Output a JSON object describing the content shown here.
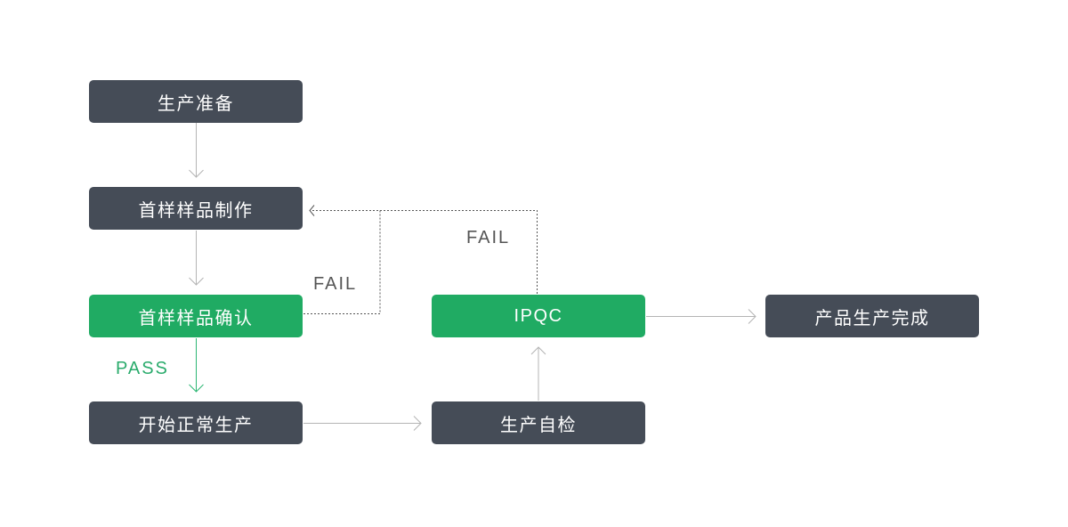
{
  "nodes": {
    "prep": {
      "label": "生产准备"
    },
    "sample_make": {
      "label": "首样样品制作"
    },
    "sample_confirm": {
      "label": "首样样品确认"
    },
    "normal_production": {
      "label": "开始正常生产"
    },
    "self_check": {
      "label": "生产自检"
    },
    "ipqc": {
      "label": "IPQC"
    },
    "complete": {
      "label": "产品生产完成"
    }
  },
  "edges": [
    {
      "from": "prep",
      "to": "sample_make",
      "style": "solid",
      "label": ""
    },
    {
      "from": "sample_make",
      "to": "sample_confirm",
      "style": "solid",
      "label": ""
    },
    {
      "from": "sample_confirm",
      "to": "normal_production",
      "style": "solid-green",
      "label": "PASS"
    },
    {
      "from": "normal_production",
      "to": "self_check",
      "style": "solid",
      "label": ""
    },
    {
      "from": "self_check",
      "to": "ipqc",
      "style": "solid",
      "label": ""
    },
    {
      "from": "ipqc",
      "to": "complete",
      "style": "solid",
      "label": ""
    },
    {
      "from": "sample_confirm",
      "to": "sample_make",
      "style": "dashed",
      "label": "FAIL"
    },
    {
      "from": "ipqc",
      "to": "sample_make",
      "style": "dashed",
      "label": "FAIL"
    }
  ],
  "colors": {
    "background": "#ffffff",
    "node_dark": "#454c57",
    "node_green": "#20ab63",
    "node_text": "#ffffff",
    "arrow_gray": "#b4b4b4",
    "arrow_green": "#2bb673",
    "dashed_line": "#555555",
    "fail_label": "#555555",
    "pass_label": "#2aab6c"
  }
}
